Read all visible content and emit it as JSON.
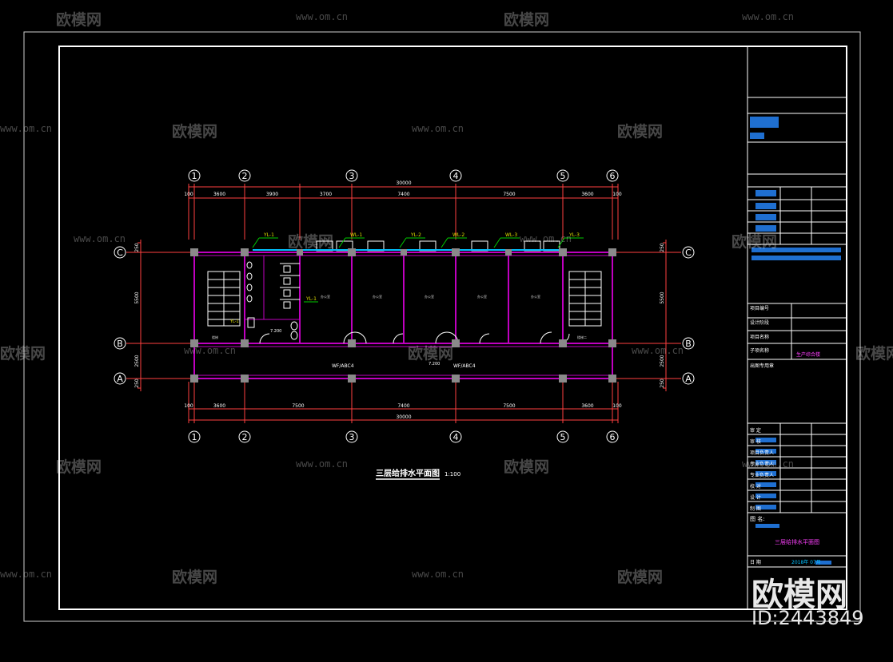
{
  "drawing": {
    "title": "三层给排水平面图",
    "scale": "1:100",
    "axes_horizontal": [
      "1",
      "2",
      "3",
      "4",
      "5",
      "6"
    ],
    "axes_vertical": [
      "C",
      "B",
      "A"
    ],
    "top_dims": [
      "100",
      "3600",
      "3900",
      "3700",
      "7400",
      "7500",
      "3600",
      "100"
    ],
    "top_total": "30000",
    "bottom_dims": [
      "100",
      "3600",
      "7500",
      "7400",
      "7500",
      "3600",
      "100"
    ],
    "bottom_total": "30000",
    "left_dims": [
      "250",
      "5500",
      "2500",
      "250"
    ],
    "right_dims": [
      "250",
      "5500",
      "2500",
      "250"
    ],
    "pipe_labels": [
      "YL-1",
      "WL-1",
      "YL-2",
      "WL-2",
      "WL-3",
      "YL-3"
    ],
    "pipe_label_toilet": "YL-1",
    "pipe_label_small": "YL-1",
    "corridor_labels": [
      "WF/ABC4",
      "WF/ABC4"
    ],
    "elevation_a": "7.200",
    "elevation_b": "7.200",
    "room_labels": [
      "办公室",
      "办公室",
      "办公室",
      "办公室",
      "办公室"
    ],
    "stair_label_left": "楼梯",
    "stair_label_right": "楼梯二"
  },
  "title_block": {
    "project_name_label": "项目名称",
    "sub_project_label": "子项名称",
    "sub_project_value": "生产综合楼",
    "drawing_no_label": "项目编号",
    "design_stage_label": "设计阶段",
    "seal_label": "出图专用章",
    "sheet_title_label": "图    名:",
    "sheet_title_value": "三层给排水平面图",
    "date_label": "日    期",
    "date_value": "2018年 07月",
    "staff_rows": [
      "审    定",
      "审    核",
      "项目负责人",
      "专业负责人",
      "专业负责人",
      "校    对",
      "设    计",
      "制    图"
    ]
  },
  "watermark": {
    "brand": "欧模网",
    "url": "www.om.cn",
    "id_text": "ID:2443849"
  },
  "colors": {
    "background": "#000000",
    "frame": "#ffffff",
    "walls": "#c000c0",
    "columns": "#8a8a8a",
    "dims": "#ff4040",
    "axis_circle": "#ffffff",
    "labels_green": "#00cc00",
    "labels_yellow": "#e0e000",
    "labels_cyan": "#00c0ff"
  }
}
